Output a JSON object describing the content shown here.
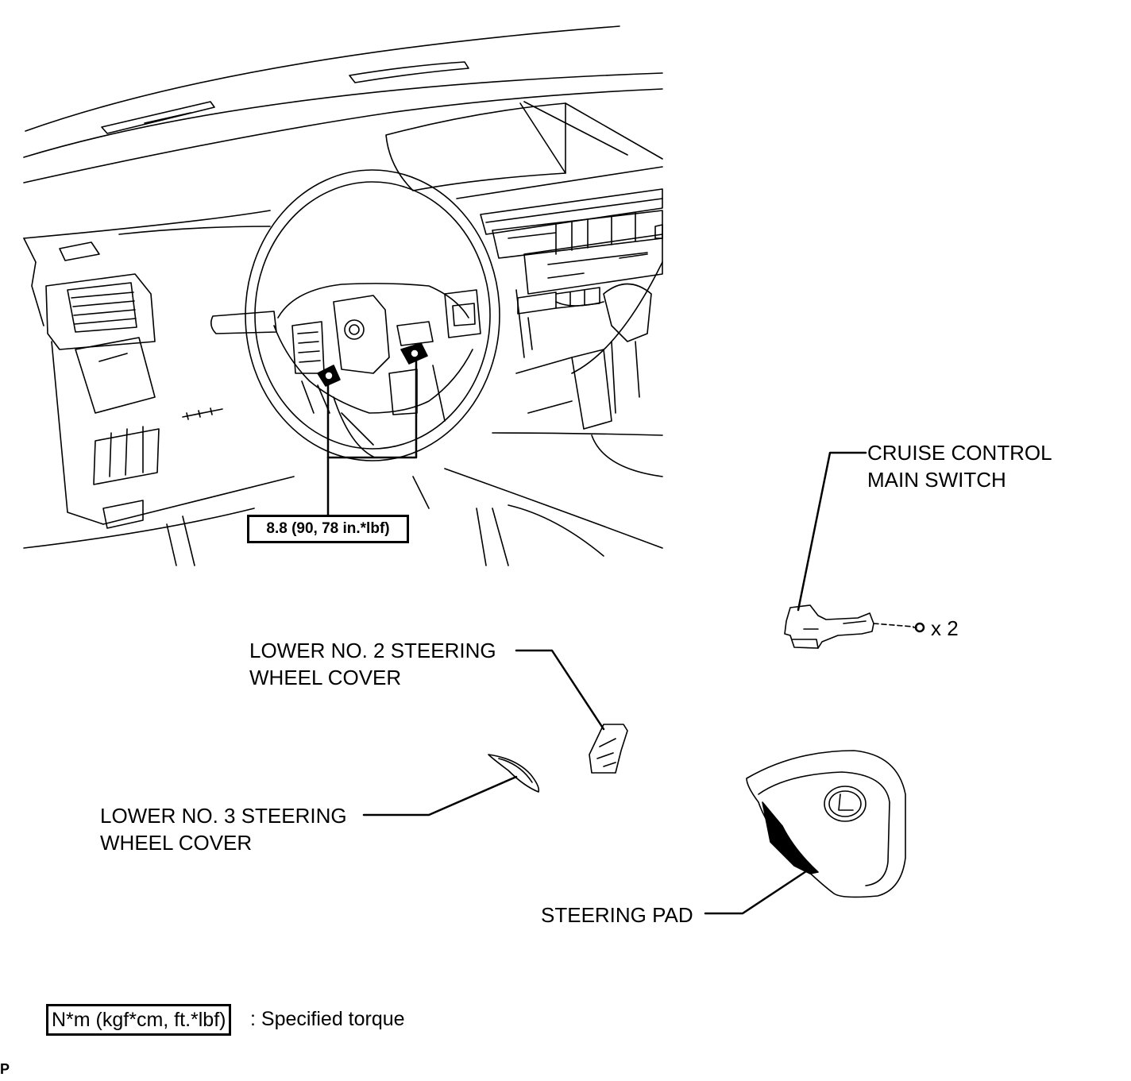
{
  "labels": {
    "cruise_control": [
      "CRUISE CONTROL",
      "MAIN SWITCH"
    ],
    "quantity": "x 2",
    "lower_no2": [
      "LOWER NO. 2 STEERING",
      "WHEEL COVER"
    ],
    "lower_no3": [
      "LOWER NO. 3 STEERING",
      "WHEEL COVER"
    ],
    "steering_pad": "STEERING PAD"
  },
  "torque_value": "8.8 (90, 78 in.*lbf)",
  "legend": {
    "box_text": "N*m (kgf*cm, ft.*lbf)",
    "description": ": Specified torque"
  },
  "corner_code": "P"
}
